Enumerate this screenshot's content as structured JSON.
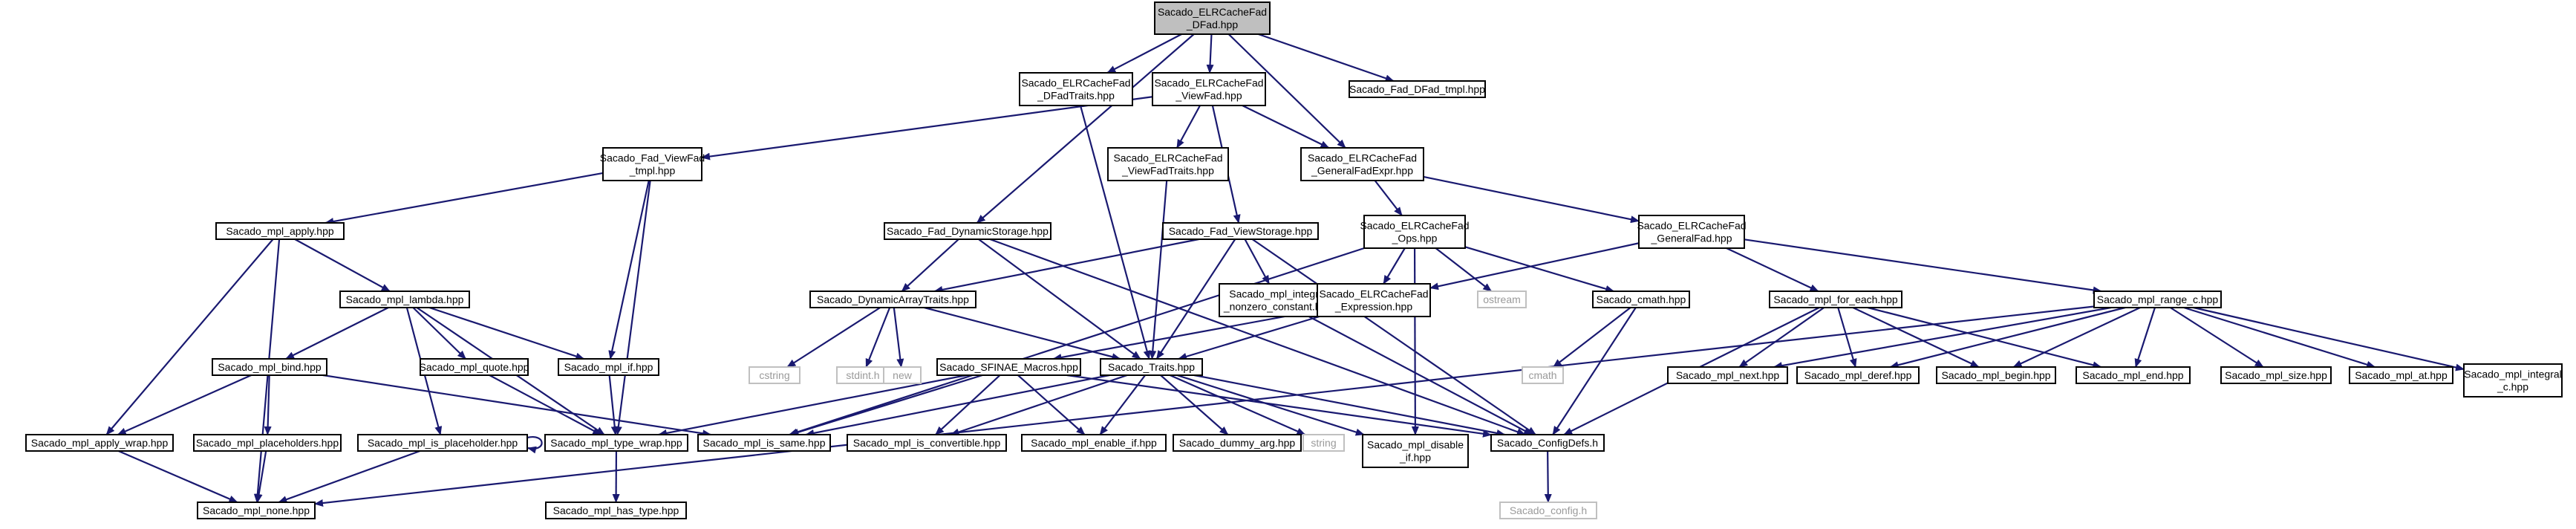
{
  "nodes": [
    {
      "id": "root",
      "lines": [
        "Sacado_ELRCacheFad",
        "_DFad.hpp"
      ],
      "kind": "root"
    },
    {
      "id": "dfadtraits",
      "lines": [
        "Sacado_ELRCacheFad",
        "_DFadTraits.hpp"
      ]
    },
    {
      "id": "viewfad",
      "lines": [
        "Sacado_ELRCacheFad",
        "_ViewFad.hpp"
      ]
    },
    {
      "id": "dfadtmpl",
      "lines": [
        "Sacado_Fad_DFad_tmpl.hpp"
      ]
    },
    {
      "id": "fadviewfad",
      "lines": [
        "Sacado_Fad_ViewFad",
        "_tmpl.hpp"
      ]
    },
    {
      "id": "viewfadtraits",
      "lines": [
        "Sacado_ELRCacheFad",
        "_ViewFadTraits.hpp"
      ]
    },
    {
      "id": "genfadexpr",
      "lines": [
        "Sacado_ELRCacheFad",
        "_GeneralFadExpr.hpp"
      ]
    },
    {
      "id": "mplapply",
      "lines": [
        "Sacado_mpl_apply.hpp"
      ]
    },
    {
      "id": "dynstorage",
      "lines": [
        "Sacado_Fad_DynamicStorage.hpp"
      ]
    },
    {
      "id": "viewstorage",
      "lines": [
        "Sacado_Fad_ViewStorage.hpp"
      ]
    },
    {
      "id": "ops",
      "lines": [
        "Sacado_ELRCacheFad",
        "_Ops.hpp"
      ]
    },
    {
      "id": "generalfad",
      "lines": [
        "Sacado_ELRCacheFad",
        "_GeneralFad.hpp"
      ]
    },
    {
      "id": "lambda",
      "lines": [
        "Sacado_mpl_lambda.hpp"
      ]
    },
    {
      "id": "dyntraits",
      "lines": [
        "Sacado_DynamicArrayTraits.hpp"
      ]
    },
    {
      "id": "intnonzero",
      "lines": [
        "Sacado_mpl_integral",
        "_nonzero_constant.hpp"
      ]
    },
    {
      "id": "expression",
      "lines": [
        "Sacado_ELRCacheFad",
        "_Expression.hpp"
      ]
    },
    {
      "id": "ostream",
      "lines": [
        "ostream"
      ],
      "kind": "sys"
    },
    {
      "id": "cmathhpp",
      "lines": [
        "Sacado_cmath.hpp"
      ]
    },
    {
      "id": "foreach",
      "lines": [
        "Sacado_mpl_for_each.hpp"
      ]
    },
    {
      "id": "rangec",
      "lines": [
        "Sacado_mpl_range_c.hpp"
      ]
    },
    {
      "id": "bind",
      "lines": [
        "Sacado_mpl_bind.hpp"
      ]
    },
    {
      "id": "quote",
      "lines": [
        "Sacado_mpl_quote.hpp"
      ]
    },
    {
      "id": "mplif",
      "lines": [
        "Sacado_mpl_if.hpp"
      ]
    },
    {
      "id": "cstring",
      "lines": [
        "cstring"
      ],
      "kind": "sys"
    },
    {
      "id": "stdint",
      "lines": [
        "stdint.h"
      ],
      "kind": "sys"
    },
    {
      "id": "new",
      "lines": [
        "new"
      ],
      "kind": "sys"
    },
    {
      "id": "sfinae",
      "lines": [
        "Sacado_SFINAE_Macros.hpp"
      ]
    },
    {
      "id": "traits",
      "lines": [
        "Sacado_Traits.hpp"
      ]
    },
    {
      "id": "cmath",
      "lines": [
        "cmath"
      ],
      "kind": "sys"
    },
    {
      "id": "next",
      "lines": [
        "Sacado_mpl_next.hpp"
      ]
    },
    {
      "id": "deref",
      "lines": [
        "Sacado_mpl_deref.hpp"
      ]
    },
    {
      "id": "begin",
      "lines": [
        "Sacado_mpl_begin.hpp"
      ]
    },
    {
      "id": "end",
      "lines": [
        "Sacado_mpl_end.hpp"
      ]
    },
    {
      "id": "size",
      "lines": [
        "Sacado_mpl_size.hpp"
      ]
    },
    {
      "id": "at",
      "lines": [
        "Sacado_mpl_at.hpp"
      ]
    },
    {
      "id": "integralc",
      "lines": [
        "Sacado_mpl_integral",
        "_c.hpp"
      ]
    },
    {
      "id": "applywrap",
      "lines": [
        "Sacado_mpl_apply_wrap.hpp"
      ]
    },
    {
      "id": "placeholders",
      "lines": [
        "Sacado_mpl_placeholders.hpp"
      ]
    },
    {
      "id": "isplaceholder",
      "lines": [
        "Sacado_mpl_is_placeholder.hpp"
      ]
    },
    {
      "id": "typewrap",
      "lines": [
        "Sacado_mpl_type_wrap.hpp"
      ]
    },
    {
      "id": "issame",
      "lines": [
        "Sacado_mpl_is_same.hpp"
      ]
    },
    {
      "id": "isconvertible",
      "lines": [
        "Sacado_mpl_is_convertible.hpp"
      ]
    },
    {
      "id": "enableif",
      "lines": [
        "Sacado_mpl_enable_if.hpp"
      ]
    },
    {
      "id": "dummyarg",
      "lines": [
        "Sacado_dummy_arg.hpp"
      ]
    },
    {
      "id": "string",
      "lines": [
        "string"
      ],
      "kind": "sys"
    },
    {
      "id": "disableif",
      "lines": [
        "Sacado_mpl_disable",
        "_if.hpp"
      ]
    },
    {
      "id": "configdefs",
      "lines": [
        "Sacado_ConfigDefs.h"
      ]
    },
    {
      "id": "none",
      "lines": [
        "Sacado_mpl_none.hpp"
      ]
    },
    {
      "id": "hastype",
      "lines": [
        "Sacado_mpl_has_type.hpp"
      ]
    },
    {
      "id": "config",
      "lines": [
        "Sacado_config.h"
      ],
      "kind": "sys"
    }
  ],
  "edges": [
    [
      "root",
      "dfadtraits"
    ],
    [
      "root",
      "viewfad"
    ],
    [
      "root",
      "dfadtmpl"
    ],
    [
      "root",
      "genfadexpr"
    ],
    [
      "root",
      "dynstorage"
    ],
    [
      "dfadtraits",
      "traits"
    ],
    [
      "viewfad",
      "fadviewfad"
    ],
    [
      "viewfad",
      "viewfadtraits"
    ],
    [
      "viewfad",
      "genfadexpr"
    ],
    [
      "viewfad",
      "viewstorage"
    ],
    [
      "fadviewfad",
      "mplapply"
    ],
    [
      "fadviewfad",
      "mplif"
    ],
    [
      "fadviewfad",
      "typewrap"
    ],
    [
      "viewfadtraits",
      "traits"
    ],
    [
      "genfadexpr",
      "ops"
    ],
    [
      "genfadexpr",
      "generalfad"
    ],
    [
      "mplapply",
      "lambda"
    ],
    [
      "mplapply",
      "applywrap"
    ],
    [
      "mplapply",
      "none"
    ],
    [
      "dynstorage",
      "dyntraits"
    ],
    [
      "dynstorage",
      "traits"
    ],
    [
      "dynstorage",
      "configdefs"
    ],
    [
      "viewstorage",
      "dyntraits"
    ],
    [
      "viewstorage",
      "intnonzero"
    ],
    [
      "viewstorage",
      "traits"
    ],
    [
      "viewstorage",
      "configdefs"
    ],
    [
      "ops",
      "expression"
    ],
    [
      "ops",
      "ostream"
    ],
    [
      "ops",
      "cmathhpp"
    ],
    [
      "ops",
      "disableif"
    ],
    [
      "ops",
      "issame"
    ],
    [
      "generalfad",
      "expression"
    ],
    [
      "generalfad",
      "foreach"
    ],
    [
      "generalfad",
      "rangec"
    ],
    [
      "lambda",
      "bind"
    ],
    [
      "lambda",
      "quote"
    ],
    [
      "lambda",
      "mplif"
    ],
    [
      "lambda",
      "isplaceholder"
    ],
    [
      "lambda",
      "typewrap"
    ],
    [
      "dyntraits",
      "cstring"
    ],
    [
      "dyntraits",
      "stdint"
    ],
    [
      "dyntraits",
      "new"
    ],
    [
      "dyntraits",
      "traits"
    ],
    [
      "intnonzero",
      "configdefs"
    ],
    [
      "expression",
      "sfinae"
    ],
    [
      "expression",
      "traits"
    ],
    [
      "cmathhpp",
      "cmath"
    ],
    [
      "cmathhpp",
      "configdefs"
    ],
    [
      "foreach",
      "next"
    ],
    [
      "foreach",
      "deref"
    ],
    [
      "foreach",
      "begin"
    ],
    [
      "foreach",
      "end"
    ],
    [
      "foreach",
      "configdefs"
    ],
    [
      "rangec",
      "next"
    ],
    [
      "rangec",
      "deref"
    ],
    [
      "rangec",
      "begin"
    ],
    [
      "rangec",
      "end"
    ],
    [
      "rangec",
      "size"
    ],
    [
      "rangec",
      "at"
    ],
    [
      "rangec",
      "integralc"
    ],
    [
      "rangec",
      "none"
    ],
    [
      "bind",
      "applywrap"
    ],
    [
      "bind",
      "placeholders"
    ],
    [
      "bind",
      "issame"
    ],
    [
      "quote",
      "typewrap"
    ],
    [
      "mplif",
      "typewrap"
    ],
    [
      "sfinae",
      "issame"
    ],
    [
      "sfinae",
      "isconvertible"
    ],
    [
      "sfinae",
      "enableif"
    ],
    [
      "sfinae",
      "typewrap"
    ],
    [
      "sfinae",
      "configdefs"
    ],
    [
      "traits",
      "issame"
    ],
    [
      "traits",
      "isconvertible"
    ],
    [
      "traits",
      "enableif"
    ],
    [
      "traits",
      "dummyarg"
    ],
    [
      "traits",
      "string"
    ],
    [
      "traits",
      "disableif"
    ],
    [
      "traits",
      "configdefs"
    ],
    [
      "applywrap",
      "none"
    ],
    [
      "placeholders",
      "none"
    ],
    [
      "isplaceholder",
      "none"
    ],
    [
      "typewrap",
      "hastype"
    ],
    [
      "configdefs",
      "config"
    ]
  ],
  "self_loops": [
    "isplaceholder"
  ]
}
